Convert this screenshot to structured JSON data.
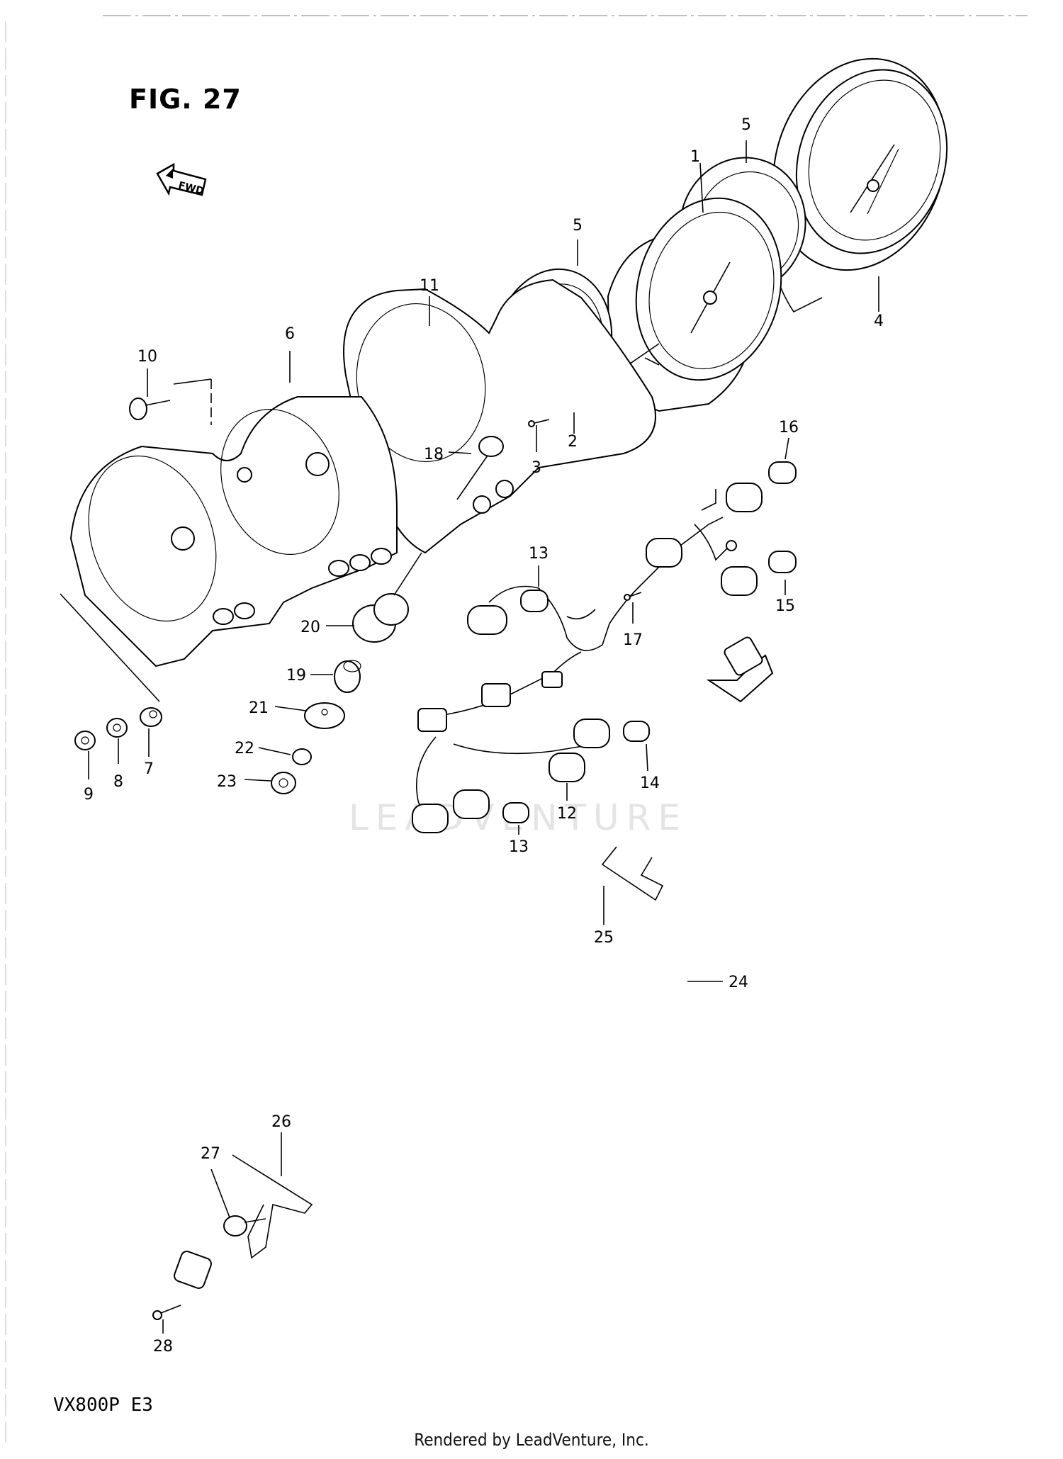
{
  "figure": {
    "title": "FIG. 27",
    "model": "VX800P  E3",
    "footer": "Rendered by LeadVenture, Inc.",
    "watermark": "LEADVENTURE",
    "fwd_label": "FWD"
  },
  "callouts": [
    "1",
    "2",
    "3",
    "4",
    "5",
    "5",
    "6",
    "7",
    "8",
    "9",
    "10",
    "11",
    "12",
    "13",
    "13",
    "14",
    "15",
    "16",
    "17",
    "18",
    "19",
    "20",
    "21",
    "22",
    "23",
    "24",
    "25",
    "26",
    "27",
    "28"
  ]
}
